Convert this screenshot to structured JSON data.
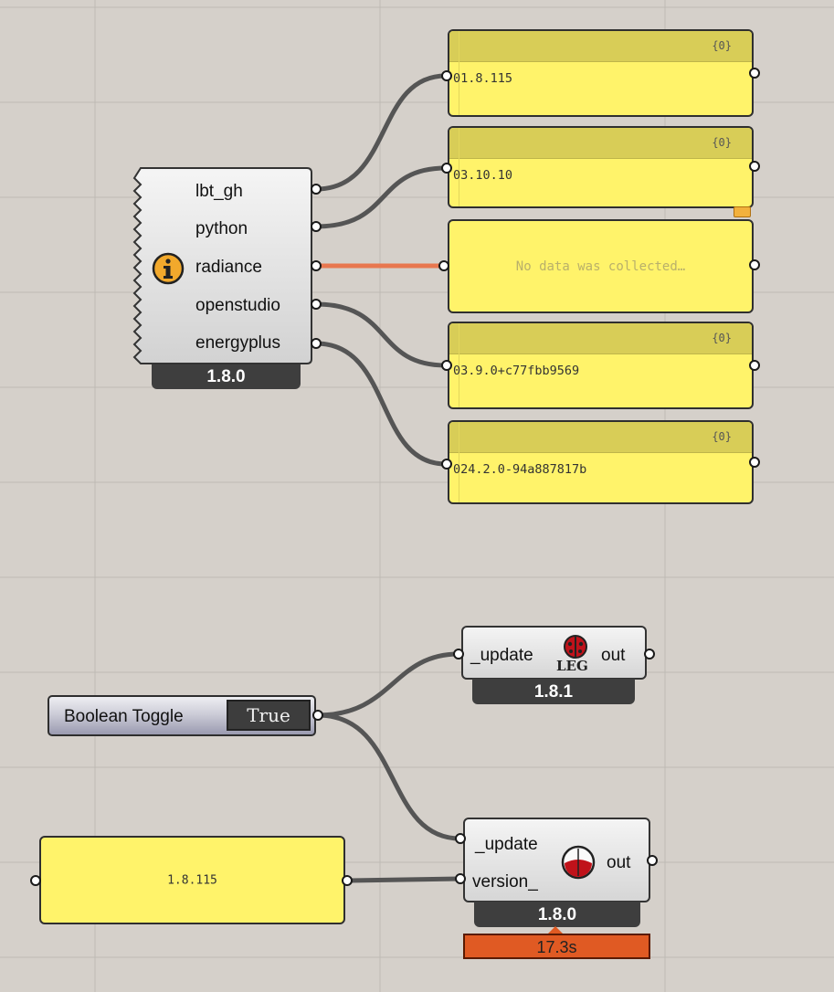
{
  "canvas": {
    "background": "#d5d0ca",
    "grid_color": "#bfbab4"
  },
  "colors": {
    "panel": "#fff36a",
    "panel_header": "#d8cd57",
    "wire": "#555555",
    "wire_warning": "#e8774f",
    "timer": "#e05a23"
  },
  "panels": [
    {
      "path": "{0}",
      "items": [
        {
          "index": "0",
          "value": "1.8.115"
        }
      ]
    },
    {
      "path": "{0}",
      "items": [
        {
          "index": "0",
          "value": "3.10.10"
        }
      ]
    },
    {
      "empty_text": "No data was collected…"
    },
    {
      "path": "{0}",
      "items": [
        {
          "index": "0",
          "value": "3.9.0+c77fbb9569"
        }
      ]
    },
    {
      "path": "{0}",
      "items": [
        {
          "index": "0",
          "value": "24.2.0-94a887817b"
        }
      ]
    }
  ],
  "version_component": {
    "icon": "info-icon",
    "outputs": [
      "lbt_gh",
      "python",
      "radiance",
      "openstudio",
      "energyplus"
    ],
    "version": "1.8.0"
  },
  "boolean_toggle": {
    "label": "Boolean Toggle",
    "value": "True"
  },
  "update_component_leg": {
    "icon": "ladybug-legacy-icon",
    "icon_text": "LEG",
    "input": "_update",
    "output": "out",
    "version": "1.8.1"
  },
  "update_component": {
    "icon": "ladybug-update-icon",
    "inputs": [
      "_update",
      "version_"
    ],
    "output": "out",
    "version": "1.8.0",
    "runtime": "17.3s"
  },
  "version_panel": {
    "value": "1.8.115"
  }
}
